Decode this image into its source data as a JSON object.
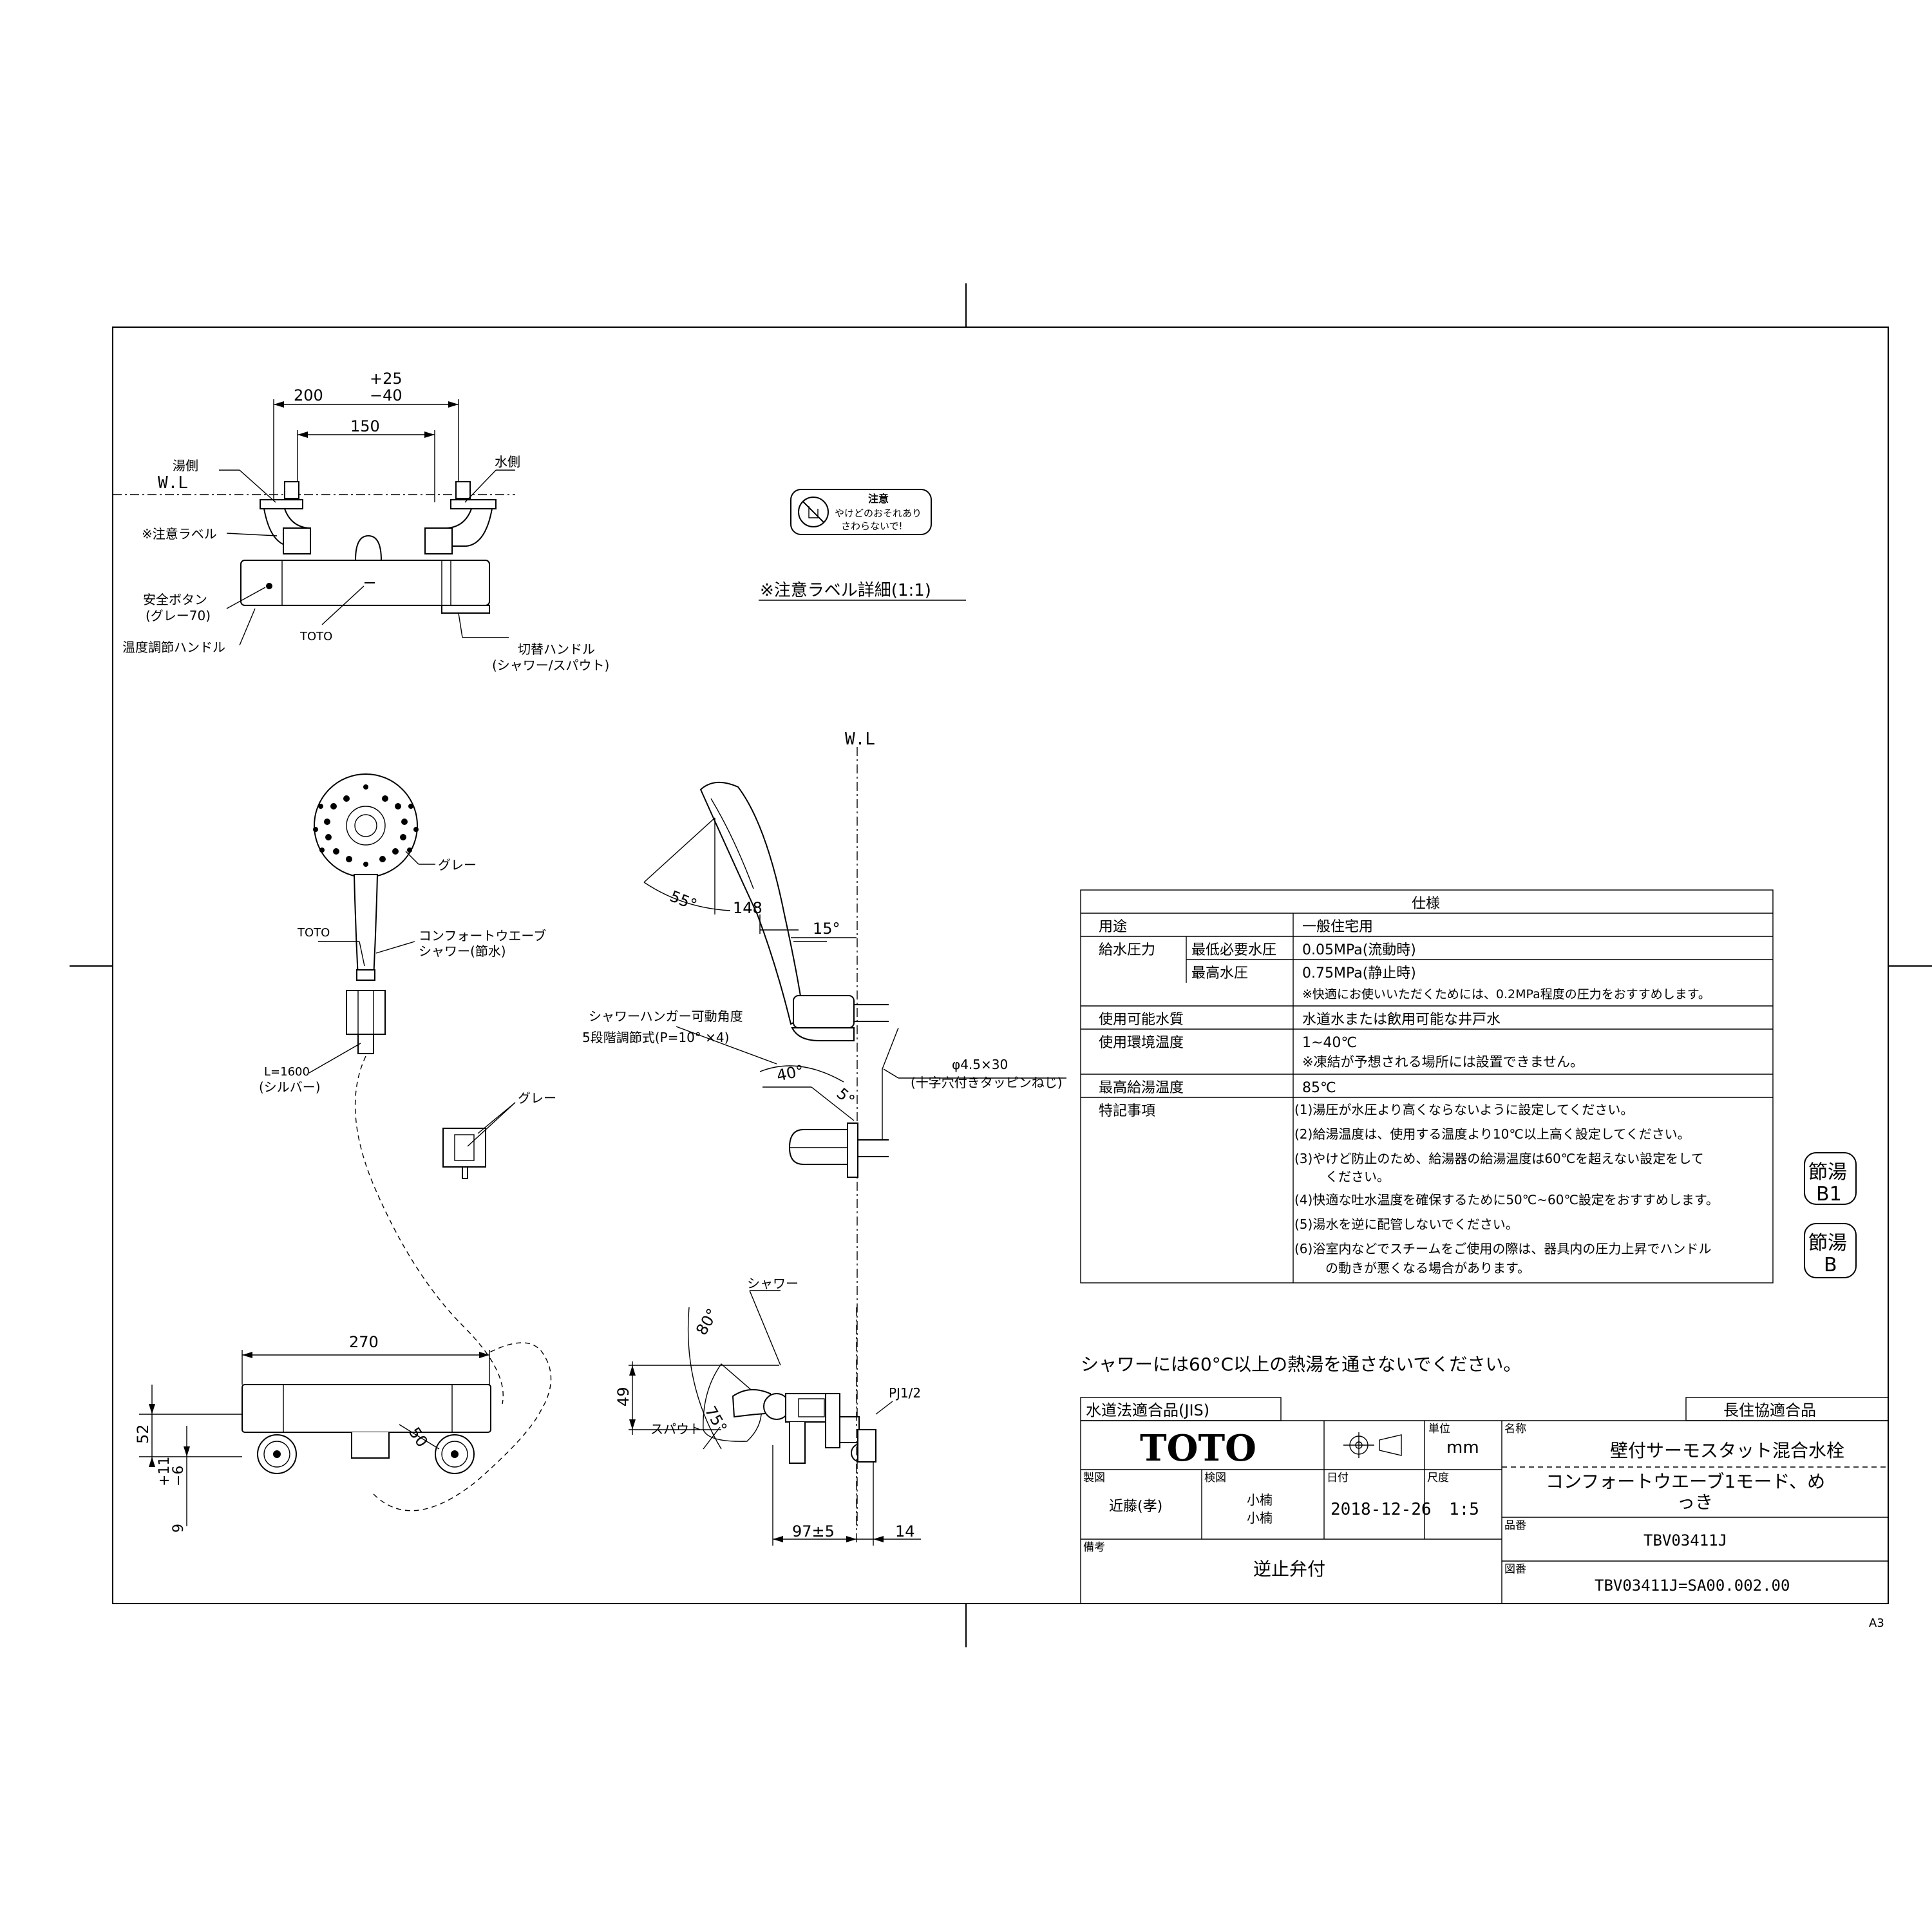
{
  "top_view": {
    "dim_outer": "200",
    "tol_plus": "+25",
    "tol_minus": "−40",
    "dim_inner": "150",
    "wl": "W.L",
    "hot_side": "湯側",
    "cold_side": "水側",
    "caution_label": "※注意ラベル",
    "safety_button": "安全ボタン",
    "safety_button_color": "(グレー70)",
    "temp_handle": "温度調節ハンドル",
    "toto": "TOTO",
    "switch_handle": "切替ハンドル",
    "switch_handle_sub": "(シャワー/スパウト)"
  },
  "caution_detail": {
    "badge_title": "注意",
    "badge_line1": "やけどのおそれあり",
    "badge_line2": "さわらないで!",
    "caption": "※注意ラベル詳細(1:1)"
  },
  "shower_head": {
    "color": "グレー",
    "toto": "TOTO",
    "name_line1": "コンフォートウエーブ",
    "name_line2": "シャワー(節水)",
    "hose_length": "L=1600",
    "hose_color": "(シルバー)",
    "hanger_color": "グレー"
  },
  "side_view": {
    "wl": "W.L",
    "angle_55": "55°",
    "dim_148": "148",
    "angle_15": "15°",
    "hanger_angle": "シャワーハンガー可動角度",
    "hanger_adjust": "5段階調節式(P=10° ×4)",
    "angle_40": "40°",
    "angle_5": "5°",
    "screw_size": "φ4.5×30",
    "screw_type": "(十字穴付きタッピンねじ)"
  },
  "front_view": {
    "dim_270": "270",
    "dim_52": "52",
    "dim_50": "50",
    "tol_plus": "+11",
    "tol_minus": "−6",
    "dim_9": "9"
  },
  "spout_view": {
    "shower": "シャワー",
    "angle_80": "80°",
    "dim_49": "49",
    "spout": "スパウト",
    "angle_75": "75°",
    "pj": "PJ1/2",
    "dim_97": "97±5",
    "dim_14": "14"
  },
  "spec_table": {
    "title": "仕様",
    "rows": [
      {
        "label": "用途",
        "sub": "",
        "value": "一般住宅用"
      },
      {
        "label": "給水圧力",
        "sub": "最低必要水圧",
        "value": "0.05MPa(流動時)"
      },
      {
        "label": "",
        "sub": "最高水圧",
        "value": "0.75MPa(静止時)"
      },
      {
        "label": "",
        "sub": "",
        "value": "※快適にお使いいただくためには、0.2MPa程度の圧力をおすすめします。"
      },
      {
        "label": "使用可能水質",
        "sub": "",
        "value": "水道水または飲用可能な井戸水"
      },
      {
        "label": "使用環境温度",
        "sub": "",
        "value": "1~40℃"
      },
      {
        "label": "",
        "sub": "",
        "value": "※凍結が予想される場所には設置できません。"
      },
      {
        "label": "最高給湯温度",
        "sub": "",
        "value": "85℃"
      },
      {
        "label": "特記事項",
        "sub": "",
        "value": ""
      }
    ],
    "notes": [
      "(1)湯圧が水圧より高くならないように設定してください。",
      "(2)給湯温度は、使用する温度より10℃以上高く設定してください。",
      "(3)やけど防止のため、給湯器の給湯温度は60℃を超えない設定をして",
      "ください。",
      "(4)快適な吐水温度を確保するために50℃~60℃設定をおすすめします。",
      "(5)湯水を逆に配管しないでください。",
      "(6)浴室内などでスチームをご使用の際は、器具内の圧力上昇でハンドル",
      "の動きが悪くなる場合があります。"
    ]
  },
  "marks": {
    "mark1_top": "節湯",
    "mark1_bottom": "B1",
    "mark2_top": "節湯",
    "mark2_bottom": "B"
  },
  "warning": "シャワーには60°C以上の熱湯を通さないでください。",
  "title_block": {
    "jis": "水道法適合品(JIS)",
    "chouju": "長住協適合品",
    "brand": "TOTO",
    "unit_label": "単位",
    "unit": "mm",
    "name_label": "名称",
    "name_line1": "壁付サーモスタット混合水栓",
    "name_line2": "コンフォートウエーブ1モード、め",
    "name_line3": "っき",
    "drawn_label": "製図",
    "drawn_by": "近藤(孝)",
    "checked_label": "検図",
    "checked_by1": "小楠",
    "checked_by2": "小楠",
    "date_label": "日付",
    "date": "2018-12-26",
    "scale_label": "尺度",
    "scale": "1:5",
    "part_label": "品番",
    "part_no": "TBV03411J",
    "remarks_label": "備考",
    "remarks": "逆止弁付",
    "drawing_label": "図番",
    "drawing_no": "TBV03411J=SA00.002.00"
  },
  "sheet_size": "A3"
}
